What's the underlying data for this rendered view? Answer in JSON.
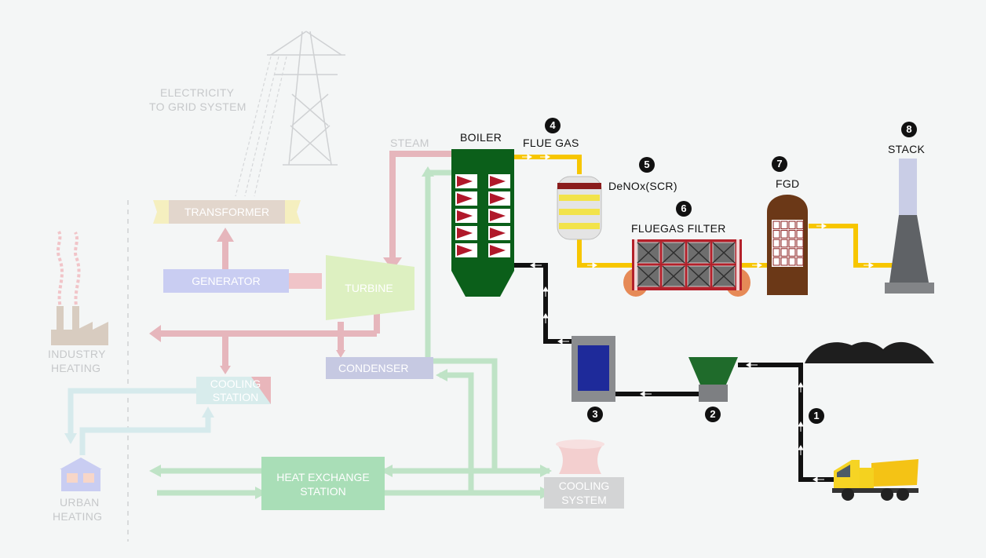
{
  "labels": {
    "electricity_line1": "ELECTRICITY",
    "electricity_line2": "TO GRID SYSTEM",
    "steam": "STEAM",
    "boiler": "BOILER",
    "flue_gas": "FLUE GAS",
    "denox": "DeNOx(SCR)",
    "fluegas_filter": "FLUEGAS FILTER",
    "fgd": "FGD",
    "stack": "STACK",
    "transformer": "TRANSFORMER",
    "generator": "GENERATOR",
    "turbine": "TURBINE",
    "condenser": "CONDENSER",
    "industry_heating_line1": "INDUSTRY",
    "industry_heating_line2": "HEATING",
    "cooling_station_line1": "COOLING",
    "cooling_station_line2": "STATION",
    "urban_heating_line1": "URBAN",
    "urban_heating_line2": "HEATING",
    "heat_exchange_line1": "HEAT EXCHANGE",
    "heat_exchange_line2": "STATION",
    "cooling_system_line1": "COOLING",
    "cooling_system_line2": "SYSTEM"
  },
  "steps": {
    "s1": "1",
    "s2": "2",
    "s3": "3",
    "s4": "4",
    "s5": "5",
    "s6": "6",
    "s7": "7",
    "s8": "8"
  },
  "colors": {
    "coal_line": "#111111",
    "flue_gas_line": "#f7c600",
    "steam_line": "#e6b6bc",
    "water_line": "#bfe3c6",
    "boiler_green": "#0b5f1a",
    "filter_red": "#b3202a",
    "fgd_brown": "#6b3817",
    "faded_blue": "#c9cdf2",
    "faded_green": "#a9deb7"
  }
}
